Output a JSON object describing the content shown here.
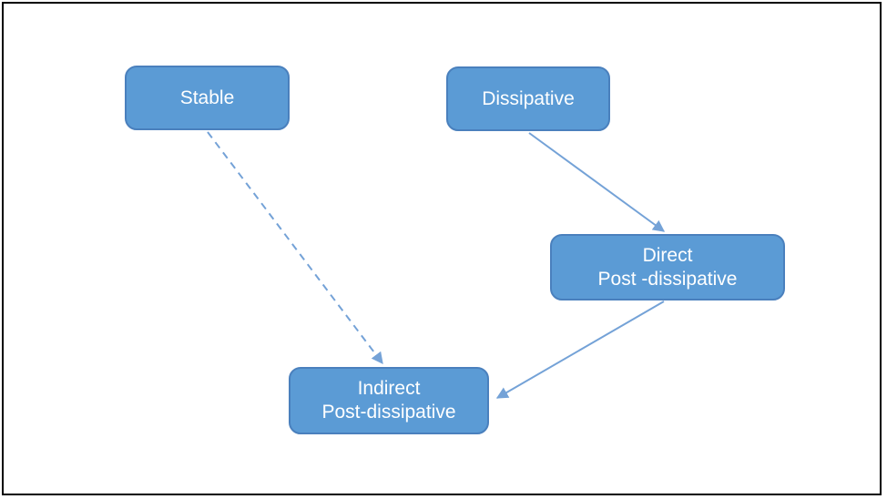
{
  "diagram": {
    "type": "flowchart",
    "background": "#ffffff",
    "nodes": [
      {
        "id": "stable",
        "lines": [
          "Stable"
        ]
      },
      {
        "id": "dissipative",
        "lines": [
          "Dissipative"
        ]
      },
      {
        "id": "direct-post-dissipative",
        "lines": [
          "Direct",
          "Post -dissipative"
        ]
      },
      {
        "id": "indirect-post-dissipative",
        "lines": [
          "Indirect",
          "Post-dissipative"
        ]
      }
    ],
    "edges": [
      {
        "from": "stable",
        "to": "indirect-post-dissipative",
        "style": "dashed",
        "arrow": "end"
      },
      {
        "from": "dissipative",
        "to": "direct-post-dissipative",
        "style": "solid",
        "arrow": "end"
      },
      {
        "from": "direct-post-dissipative",
        "to": "indirect-post-dissipative",
        "style": "solid",
        "arrow": "end"
      }
    ]
  },
  "colors": {
    "node_fill": "#5b9bd5",
    "node_border": "#4a80bd",
    "node_text": "#ffffff",
    "connector": "#74a2d7",
    "frame_border": "#000000",
    "background": "#ffffff"
  }
}
